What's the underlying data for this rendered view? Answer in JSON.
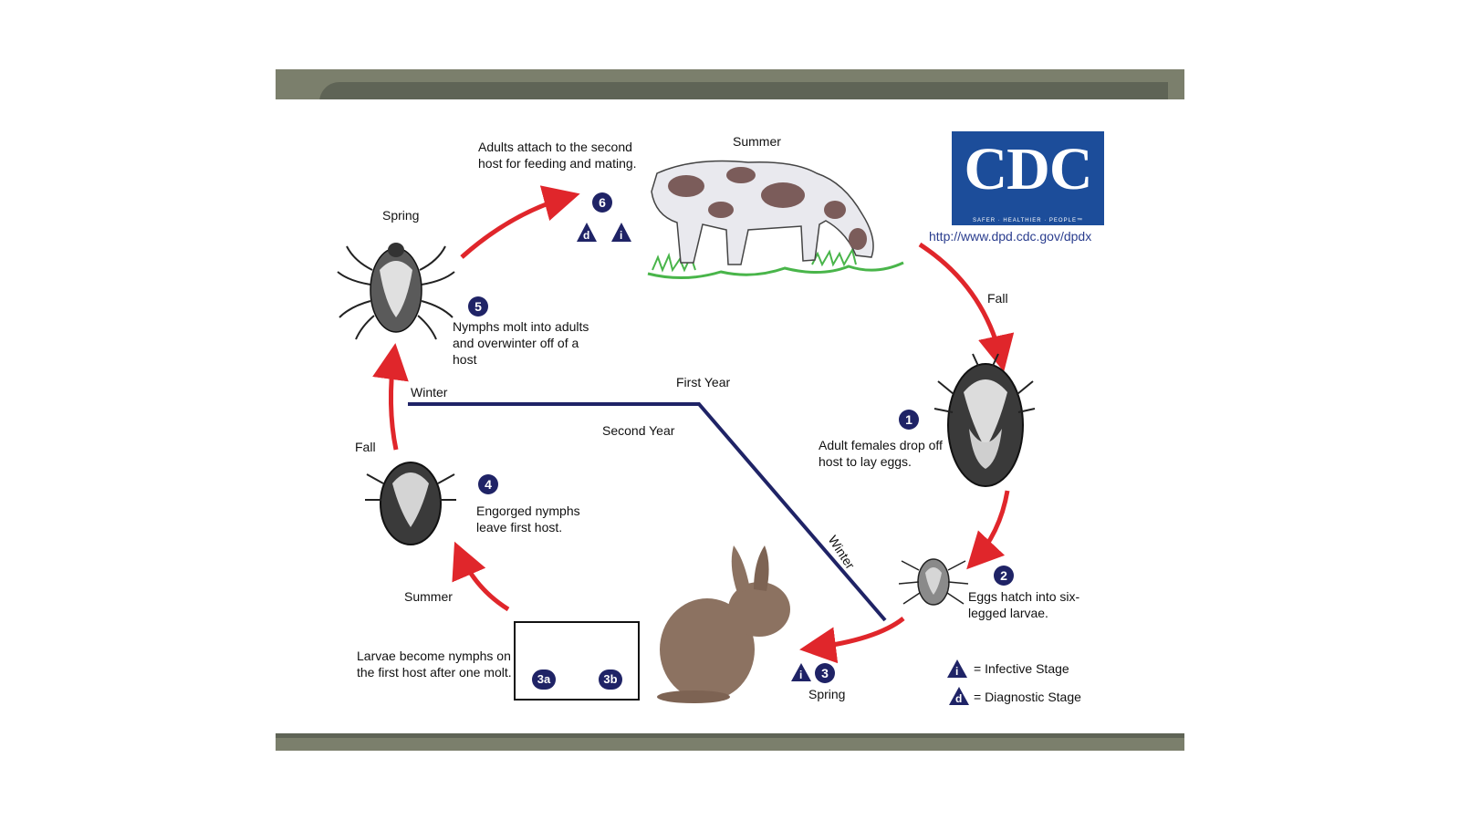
{
  "header": {
    "accent_color": "#7b7f6c"
  },
  "logo": {
    "letters": "CDC",
    "tagline": "SAFER · HEALTHIER · PEOPLE™",
    "url": "http://www.dpd.cdc.gov/dpdx"
  },
  "colors": {
    "arrow": "#e0262b",
    "timeline": "#1f2366",
    "step_badge": "#1f2366"
  },
  "seasons": {
    "summer_top": "Summer",
    "spring_left": "Spring",
    "fall_right": "Fall",
    "winter": "Winter",
    "fall_left": "Fall",
    "summer_bottom": "Summer",
    "spring_bottom": "Spring",
    "winter_diagonal": "Winter"
  },
  "timeline": {
    "first_year": "First Year",
    "second_year": "Second Year"
  },
  "steps": {
    "s1": {
      "badge": "1",
      "text": "Adult females drop off host to lay eggs."
    },
    "s2": {
      "badge": "2",
      "text": "Eggs hatch into six-legged larvae."
    },
    "s3": {
      "badge": "3",
      "text": "Larvae become nymphs on the first host after one molt.",
      "sub_a": "3a",
      "sub_b": "3b"
    },
    "s4": {
      "badge": "4",
      "text": "Engorged nymphs leave first host."
    },
    "s5": {
      "badge": "5",
      "text": "Nymphs molt into adults and overwinter off of a host"
    },
    "s6": {
      "badge": "6",
      "text": "Adults attach to the second host for feeding and mating."
    }
  },
  "stage_marks": {
    "infective": "i",
    "diagnostic": "d"
  },
  "legend": {
    "infective": "= Infective Stage",
    "diagnostic": "= Diagnostic Stage"
  }
}
